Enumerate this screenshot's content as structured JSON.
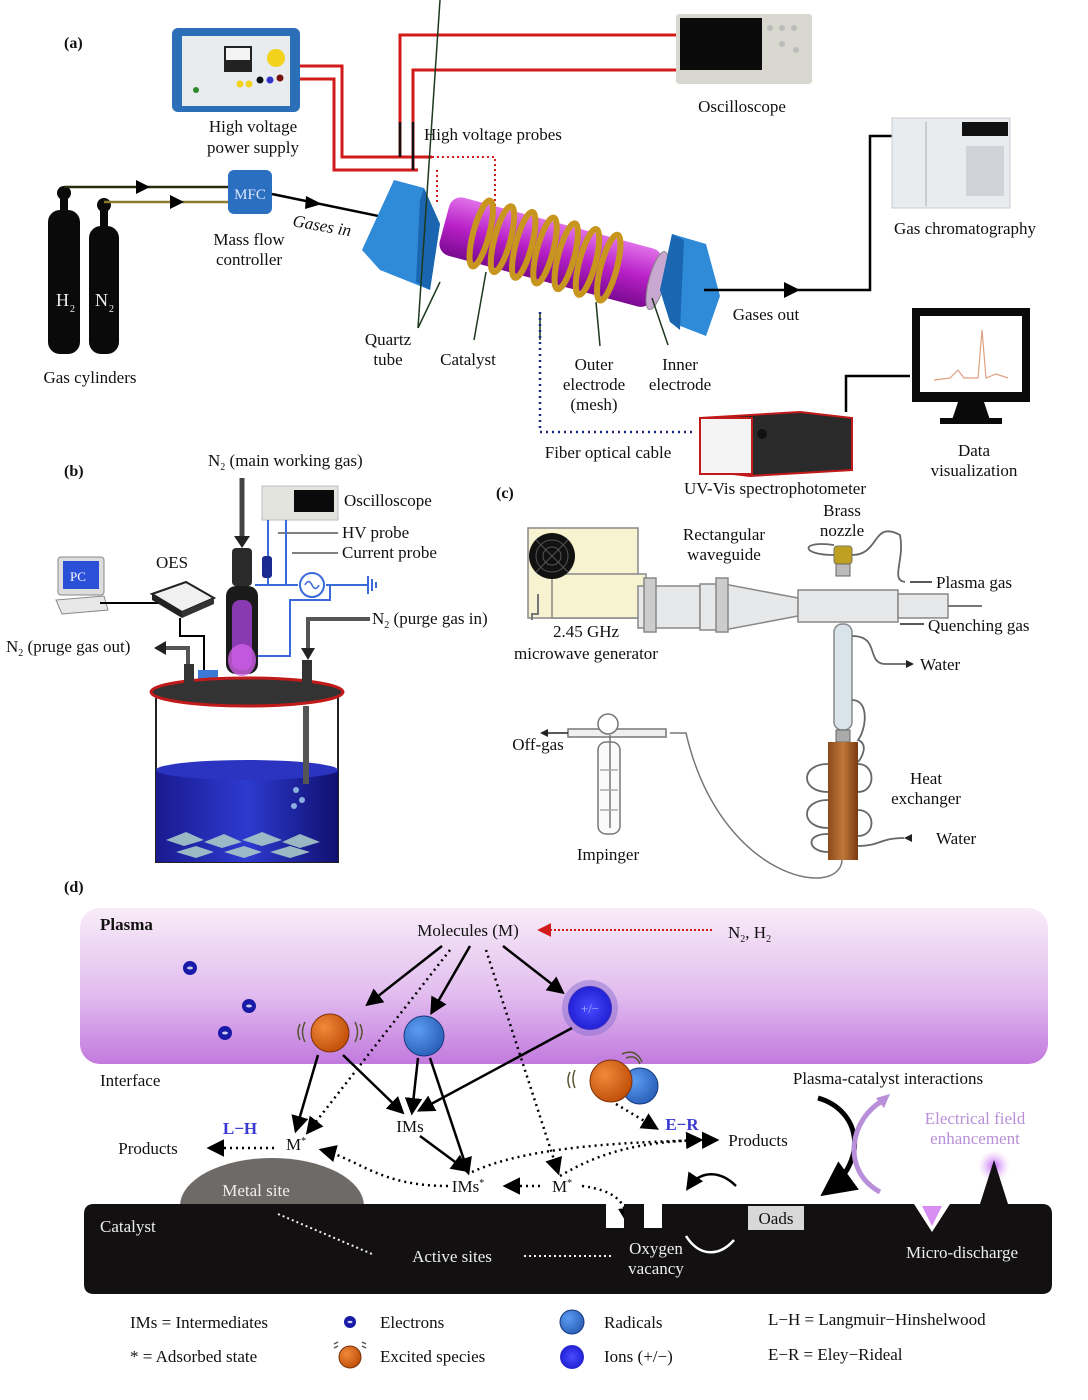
{
  "panels": {
    "a": {
      "tag": "(a)",
      "labels": {
        "hv_supply_1": "High voltage",
        "hv_supply_2": "power supply",
        "oscilloscope": "Oscilloscope",
        "hv_probes": "High voltage probes",
        "mfc": "MFC",
        "mfc_1": "Mass flow",
        "mfc_2": "controller",
        "gases_in": "Gases in",
        "gas_cyl": "Gas cylinders",
        "h2": "H",
        "h2_sub": "2",
        "n2": "N",
        "n2_sub": "2",
        "quartz_1": "Quartz",
        "quartz_2": "tube",
        "catalyst": "Catalyst",
        "outer_1": "Outer",
        "outer_2": "electrode",
        "outer_3": "(mesh)",
        "inner_1": "Inner",
        "inner_2": "electrode",
        "gases_out": "Gases out",
        "gc": "Gas chromatography",
        "fiber": "Fiber optical cable",
        "uvvis": "UV-Vis spectrophotometer",
        "dv_1": "Data",
        "dv_2": "visualization"
      }
    },
    "b": {
      "tag": "(b)",
      "labels": {
        "main_gas_n": "N",
        "main_gas_sub": "2",
        "main_gas": " (main working gas)",
        "oscilloscope": "Oscilloscope",
        "hv_probe": "HV probe",
        "current_probe": "Current probe",
        "oes": "OES",
        "pc": "PC",
        "purge_in_n": "N",
        "purge_in_sub": "2",
        "purge_in": " (purge gas in)",
        "purge_out_n": "N",
        "purge_out_sub": "2",
        "purge_out": " (pruge gas out)"
      }
    },
    "c": {
      "tag": "(c)",
      "labels": {
        "waveguide_1": "Rectangular",
        "waveguide_2": "waveguide",
        "nozzle_1": "Brass",
        "nozzle_2": "nozzle",
        "plasma_gas": "Plasma gas",
        "quenching_gas": "Quenching gas",
        "water_out": "Water",
        "gen_1": "2.45 GHz",
        "gen_2": "microwave generator",
        "offgas": "Off-gas",
        "impinger": "Impinger",
        "hx_1": "Heat",
        "hx_2": "exchanger",
        "water_in": "Water"
      }
    },
    "d": {
      "tag": "(d)",
      "labels": {
        "plasma": "Plasma",
        "molecules": "Molecules (M)",
        "feed_n": "N",
        "feed_n_sub": "2",
        "feed_h": ", H",
        "feed_h_sub": "2",
        "ion_mark": "+/−",
        "interface": "Interface",
        "lh": "L−H",
        "er": "E−R",
        "products_left": "Products",
        "products_right": "Products",
        "m_star_1": "M",
        "ims": "IMs",
        "ims_star": "IMs",
        "m_star_2": "M",
        "star": "*",
        "pc_interactions": "Plasma-catalyst interactions",
        "efe_1": "Electrical field",
        "efe_2": "enhancement",
        "metal_site": "Metal site",
        "catalyst": "Catalyst",
        "active_sites": "Active sites",
        "oxy_1": "Oxygen",
        "oxy_2": "vacancy",
        "oads": "Oads",
        "micro": "Micro-discharge"
      },
      "legend": [
        {
          "key": "ims_def",
          "text": "IMs = Intermediates"
        },
        {
          "key": "ads_def",
          "text": "* = Adsorbed state"
        },
        {
          "key": "electrons",
          "text": "Electrons"
        },
        {
          "key": "excited",
          "text": "Excited species"
        },
        {
          "key": "radicals",
          "text": "Radicals"
        },
        {
          "key": "ions",
          "text": "Ions (+/−)"
        },
        {
          "key": "lh_def",
          "text": "L−H = Langmuir−Hinshelwood"
        },
        {
          "key": "er_def",
          "text": "E−R = Eley−Rideal"
        }
      ]
    }
  },
  "colors": {
    "hv_wire": "#d11a1a",
    "plasma_top": "#f7e6f7",
    "plasma_bottom": "#c47ee0",
    "catalyst": "#121010",
    "electron": "#1a1aa8",
    "excited": "#e0620e",
    "radical": "#3a7ad6",
    "ion": "#2b2be0",
    "mechanism_label": "#3a3ad0",
    "efe_label": "#b88fd8"
  }
}
